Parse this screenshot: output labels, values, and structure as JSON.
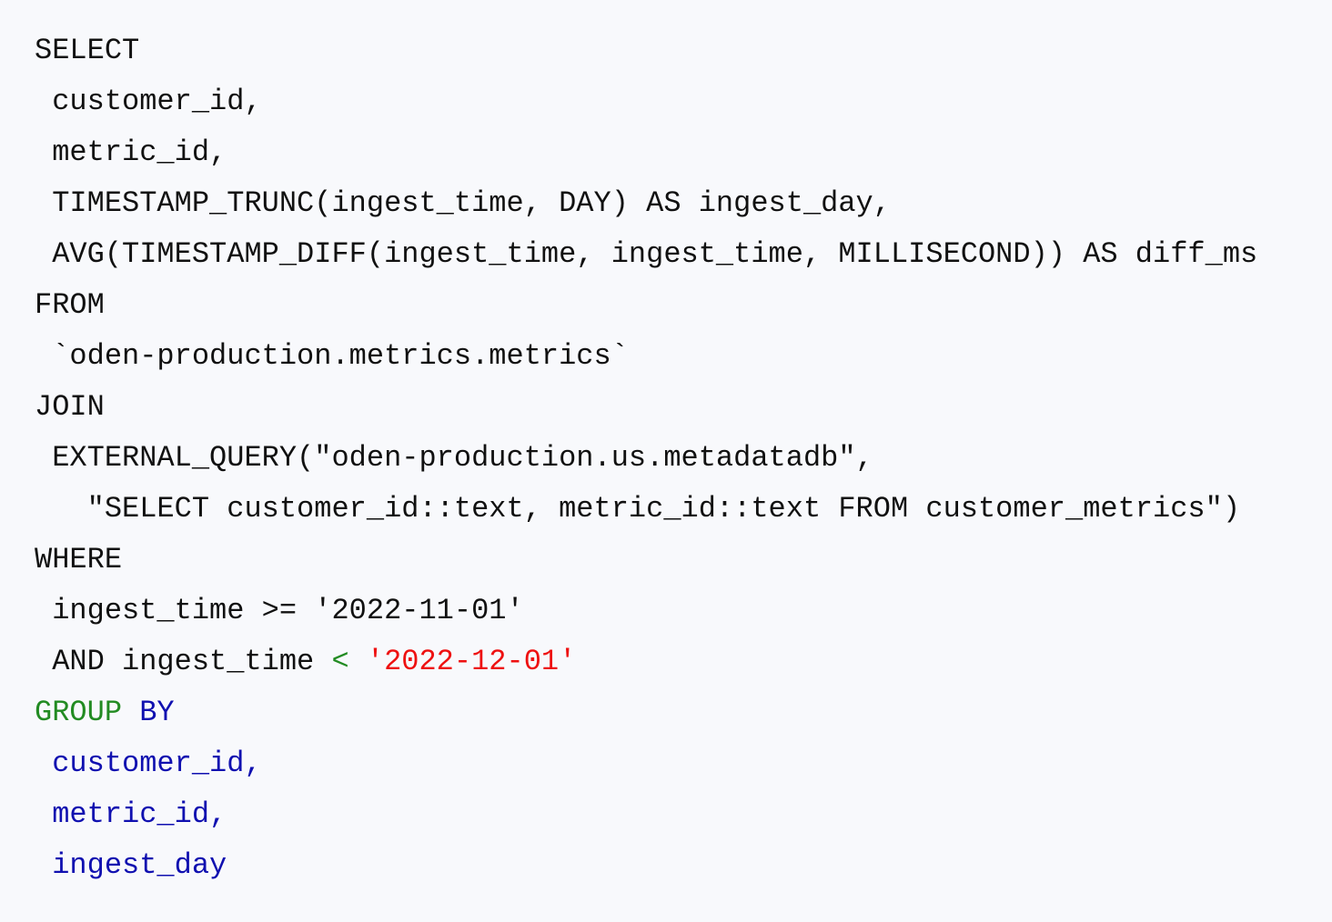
{
  "colors": {
    "plain": "#111111",
    "green": "#228b22",
    "blue": "#1010b0",
    "red": "#ee1111",
    "background": "#f8f9fc"
  },
  "code_lines": [
    [
      {
        "text": "SELECT",
        "style": "plain"
      }
    ],
    [
      {
        "text": " customer_id,",
        "style": "plain"
      }
    ],
    [
      {
        "text": " metric_id,",
        "style": "plain"
      }
    ],
    [
      {
        "text": " TIMESTAMP_TRUNC(ingest_time, DAY) AS ingest_day,",
        "style": "plain"
      }
    ],
    [
      {
        "text": " AVG(TIMESTAMP_DIFF(ingest_time, ingest_time, MILLISECOND)) AS diff_ms",
        "style": "plain"
      }
    ],
    [
      {
        "text": "FROM",
        "style": "plain"
      }
    ],
    [
      {
        "text": " `oden-production.metrics.metrics`",
        "style": "plain"
      }
    ],
    [
      {
        "text": "JOIN",
        "style": "plain"
      }
    ],
    [
      {
        "text": " EXTERNAL_QUERY(\"oden-production.us.metadatadb\",",
        "style": "plain"
      }
    ],
    [
      {
        "text": "   \"SELECT customer_id::text, metric_id::text FROM customer_metrics\")",
        "style": "plain"
      }
    ],
    [
      {
        "text": "WHERE",
        "style": "plain"
      }
    ],
    [
      {
        "text": " ingest_time >= '2022-11-01'",
        "style": "plain"
      }
    ],
    [
      {
        "text": " AND ingest_time ",
        "style": "plain"
      },
      {
        "text": "<",
        "style": "green"
      },
      {
        "text": " ",
        "style": "plain"
      },
      {
        "text": "'2022-12-01'",
        "style": "red"
      }
    ],
    [
      {
        "text": "GROUP",
        "style": "green"
      },
      {
        "text": " ",
        "style": "plain"
      },
      {
        "text": "BY",
        "style": "blue"
      }
    ],
    [
      {
        "text": " customer_id,",
        "style": "blue"
      }
    ],
    [
      {
        "text": " metric_id,",
        "style": "blue"
      }
    ],
    [
      {
        "text": " ingest_day",
        "style": "blue"
      }
    ]
  ]
}
